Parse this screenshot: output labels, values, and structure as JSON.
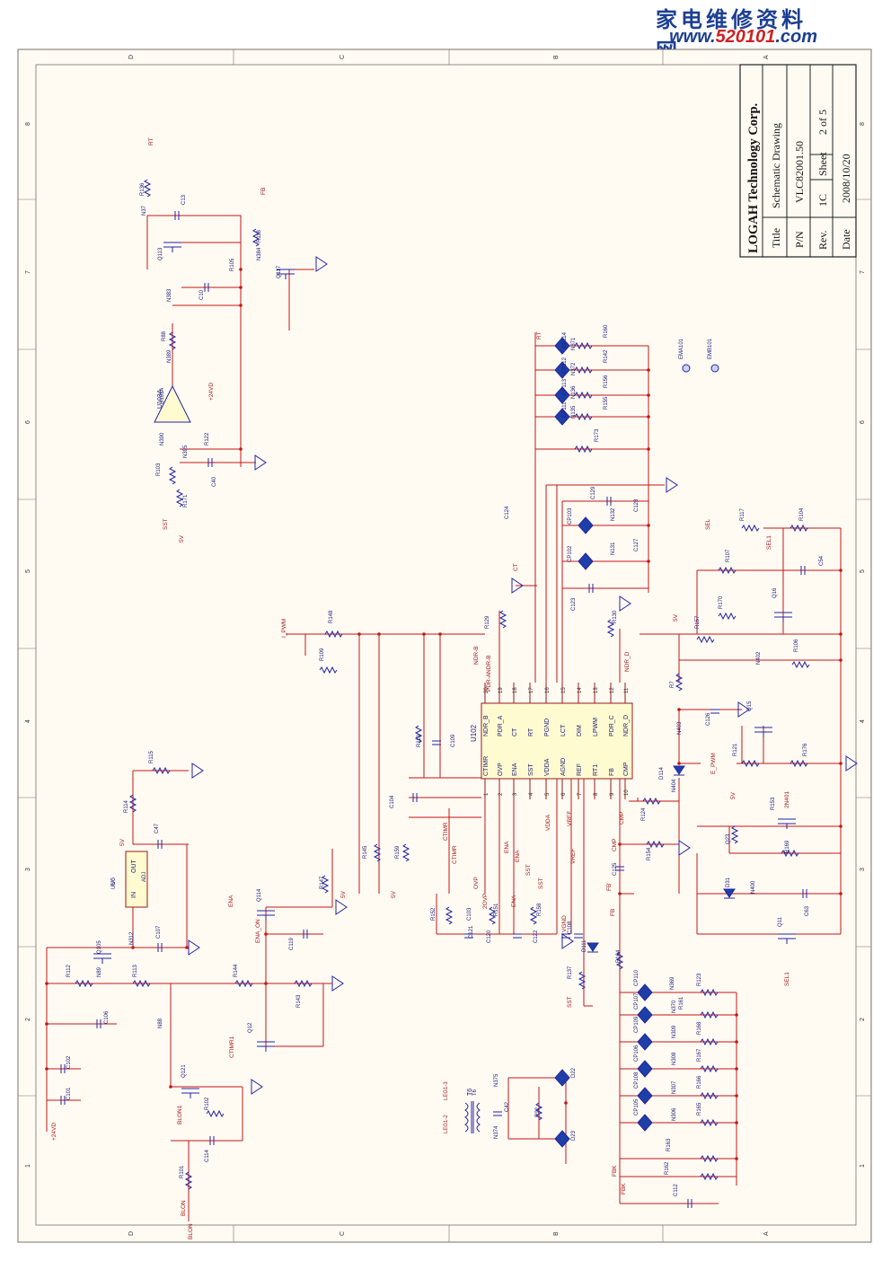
{
  "watermark": {
    "chinese": "家电维修资料网",
    "url_prefix": "www.",
    "url_number": "520101",
    "url_suffix": ".com"
  },
  "title_block": {
    "company": "LOGAH Technology Corp.",
    "title_label": "Title",
    "title_value": "Schematic Drawing",
    "pn_label": "P/N",
    "pn_value": "VLC82001.50",
    "rev_label": "Rev.",
    "rev_value": "1C",
    "sheet_label": "Sheet",
    "sheet_value": "2 of 5",
    "date_label": "Date",
    "date_value": "2008/10/20"
  },
  "border": {
    "top_letters": [
      "D",
      "C",
      "B",
      "A"
    ],
    "side_numbers": [
      "8",
      "7",
      "6",
      "5",
      "4",
      "3",
      "2",
      "1"
    ]
  },
  "ic_u102": {
    "ref": "U102",
    "left_pins": [
      {
        "num": "20",
        "name": "NDR_B"
      },
      {
        "num": "19",
        "name": "PDR_A"
      },
      {
        "num": "18",
        "name": "CT"
      },
      {
        "num": "17",
        "name": "RT"
      },
      {
        "num": "16",
        "name": "PGND"
      },
      {
        "num": "15",
        "name": "LCT"
      },
      {
        "num": "14",
        "name": "DIM"
      },
      {
        "num": "13",
        "name": "LPWM"
      },
      {
        "num": "12",
        "name": "PDR_C"
      },
      {
        "num": "11",
        "name": "NDR_D"
      }
    ],
    "right_pins": [
      {
        "num": "1",
        "name": "CTIMR"
      },
      {
        "num": "2",
        "name": "OVP"
      },
      {
        "num": "3",
        "name": "ENA"
      },
      {
        "num": "4",
        "name": "SST"
      },
      {
        "num": "5",
        "name": "VDDA"
      },
      {
        "num": "6",
        "name": "AGND"
      },
      {
        "num": "7",
        "name": "REF"
      },
      {
        "num": "8",
        "name": "RT1"
      },
      {
        "num": "9",
        "name": "FB"
      },
      {
        "num": "10",
        "name": "CMP"
      }
    ]
  },
  "regulator_u6": {
    "ref": "U6",
    "in": "IN",
    "out": "OUT",
    "adj": "ADJ"
  },
  "opamp": {
    "ref": "U103A"
  },
  "transformer": {
    "ref": "T6",
    "left": "LEG1-2",
    "right": "LEG1-3"
  },
  "net_labels": [
    "RT",
    "FB",
    "+24VD",
    "SST",
    "5V",
    "I_PWM",
    "NDR-B",
    "NDR-B",
    "PDR-A",
    "CT",
    "RT",
    "NDR_D",
    "SEL",
    "SEL1",
    "5V",
    "E_PWM",
    "5V",
    "ENA",
    "5V",
    "ENA",
    "ENA_ON",
    "CTIMR1",
    "CTIMR",
    "CTIMR",
    "OVP",
    "2OVP",
    "ENA",
    "ENA",
    "SST",
    "SST",
    "VREF",
    "VREF",
    "VDDA",
    "CMP",
    "CMP",
    "FB",
    "FB",
    "SST",
    "VGND",
    "5V",
    "5V",
    "+24VD",
    "BLON1",
    "BLON",
    "BLON",
    "FBK",
    "FBK",
    "SEL1",
    "2N401",
    "LEG1-2",
    "LEG1-3"
  ],
  "parts": [
    "R136",
    "N37",
    "C13",
    "Q113",
    "R105",
    "N383",
    "C10",
    "R118",
    "N384",
    "Q117",
    "R88",
    "N389",
    "U103A",
    "N390",
    "N395",
    "R122",
    "C40",
    "R103",
    "R171",
    "CP114",
    "N371",
    "R160",
    "CP112",
    "N372",
    "R142",
    "CP113",
    "N136",
    "R156",
    "CP111",
    "N135",
    "R155",
    "R173",
    "EMA101",
    "EMB101",
    "C124",
    "C129",
    "CP103",
    "N132",
    "C128",
    "CP102",
    "N131",
    "C127",
    "C123",
    "R129",
    "R130",
    "R148",
    "R109",
    "R119",
    "C109",
    "C104",
    "R145",
    "R159",
    "R147",
    "R117",
    "R104",
    "R107",
    "C54",
    "R170",
    "Q16",
    "R157",
    "N402",
    "R106",
    "R7",
    "C126",
    "Q15",
    "N403",
    "R121",
    "R176",
    "D114",
    "N404",
    "R124",
    "R154",
    "Q23",
    "R153",
    "R169",
    "D31",
    "N400",
    "C63",
    "Q11",
    "R115",
    "R114",
    "C47",
    "U6",
    "C107",
    "Q105",
    "N312",
    "R112",
    "N89",
    "R113",
    "R144",
    "Q114",
    "C119",
    "R143",
    "Q12",
    "C106",
    "N88",
    "C102",
    "C101",
    "Q121",
    "R102",
    "C114",
    "R101",
    "R152",
    "C103",
    "C121",
    "R151",
    "R158",
    "C108",
    "C120",
    "C122",
    "D111",
    "R137",
    "C125",
    "R164",
    "CP110",
    "N369",
    "R123",
    "CP107",
    "N370",
    "R161",
    "CP109",
    "N309",
    "R168",
    "CP106",
    "N308",
    "R167",
    "CP108",
    "N307",
    "R166",
    "CP105",
    "N306",
    "R165",
    "R163",
    "R162",
    "C112",
    "D22",
    "D23",
    "N375",
    "N374",
    "C42",
    "R92",
    "T6"
  ]
}
